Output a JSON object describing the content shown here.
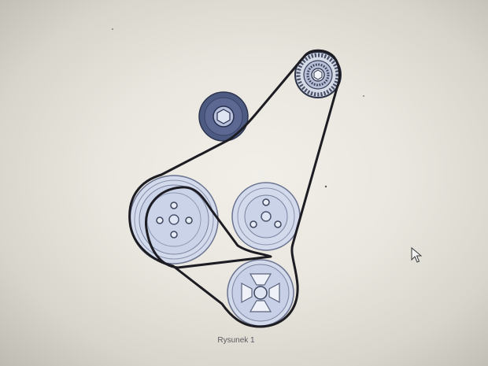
{
  "figure": {
    "caption": "Rysunek 1"
  },
  "components": [
    {
      "id": "tensioner-pulley",
      "icon": "toothed-idler-pulley"
    },
    {
      "id": "idler-pulley",
      "icon": "smooth-idler-pulley"
    },
    {
      "id": "crankshaft-pulley",
      "icon": "grooved-pulley"
    },
    {
      "id": "center-pulley",
      "icon": "grooved-pulley"
    },
    {
      "id": "bottom-pulley",
      "icon": "spoked-pulley"
    },
    {
      "id": "drive-belt",
      "icon": "serpentine-belt"
    },
    {
      "id": "mouse-cursor",
      "icon": "arrow-cursor"
    }
  ],
  "colors": {
    "pulley_fill": "#c9d2e8",
    "pulley_stroke": "#5b647c",
    "idler_fill": "#4d5a82",
    "belt": "#1c1c22",
    "background": "#eceae3"
  }
}
